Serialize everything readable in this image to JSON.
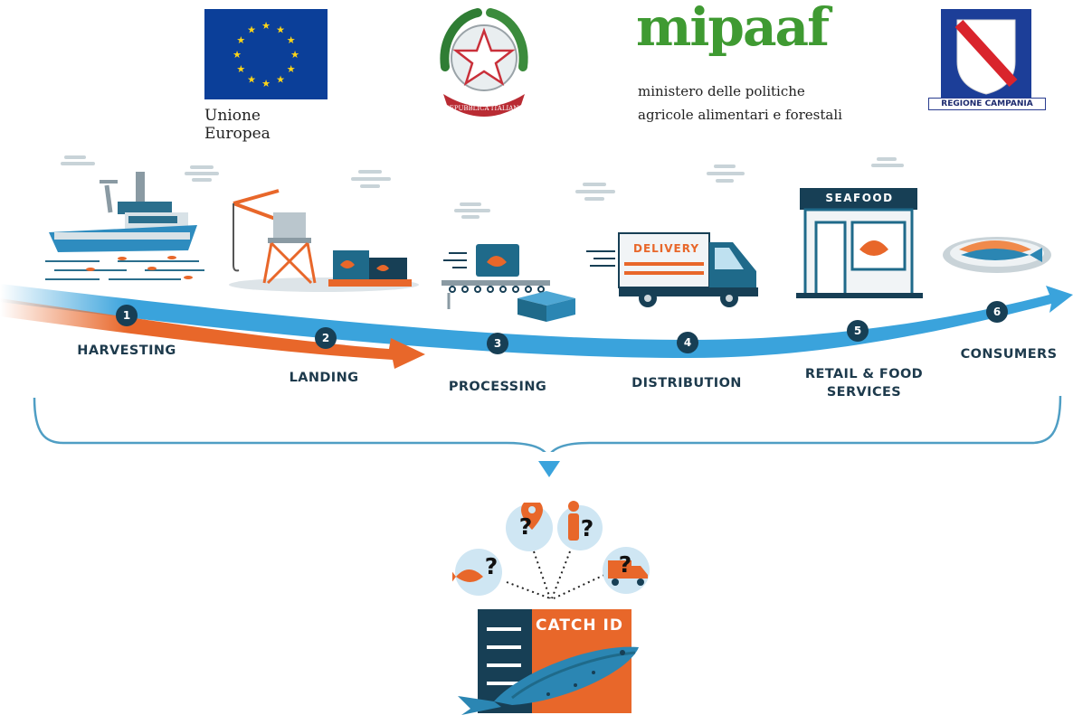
{
  "logos": {
    "eu": {
      "caption": "Unione Europea"
    },
    "republic": {
      "seal_text": "REPUBBLICA ITALIANA"
    },
    "mipaaf": {
      "wordmark": "mipaaf",
      "line1": "ministero delle politiche",
      "line2": "agricole alimentari e forestali"
    },
    "campania": {
      "caption": "REGIONE CAMPANIA"
    }
  },
  "steps": [
    {
      "num": "1",
      "label": "HARVESTING"
    },
    {
      "num": "2",
      "label": "LANDING"
    },
    {
      "num": "3",
      "label": "PROCESSING"
    },
    {
      "num": "4",
      "label": "DISTRIBUTION"
    },
    {
      "num": "5",
      "label": "RETAIL & FOOD SERVICES"
    },
    {
      "num": "6",
      "label": "CONSUMERS"
    }
  ],
  "illustrations": {
    "truck_text": "DELIVERY",
    "shop_sign": "SEAFOOD"
  },
  "catch_id": {
    "label": "CATCH ID",
    "question_mark": "?"
  },
  "colors": {
    "arrow_blue": "#3aa3dc",
    "arrow_orange": "#e8672a",
    "navy": "#173f55",
    "label_text": "#1d3a4c",
    "eu_blue": "#0b3f99",
    "mipaaf_green": "#3f9a32"
  },
  "icons": [
    "eu-flag-icon",
    "italian-emblem-icon",
    "campania-shield-icon",
    "ship-icon",
    "crane-icon",
    "conveyor-icon",
    "delivery-truck-icon",
    "seafood-shop-icon",
    "fish-plate-icon",
    "fish-question-icon",
    "location-question-icon",
    "person-question-icon",
    "truck-question-icon",
    "catch-id-card-icon",
    "cloud-icon"
  ]
}
